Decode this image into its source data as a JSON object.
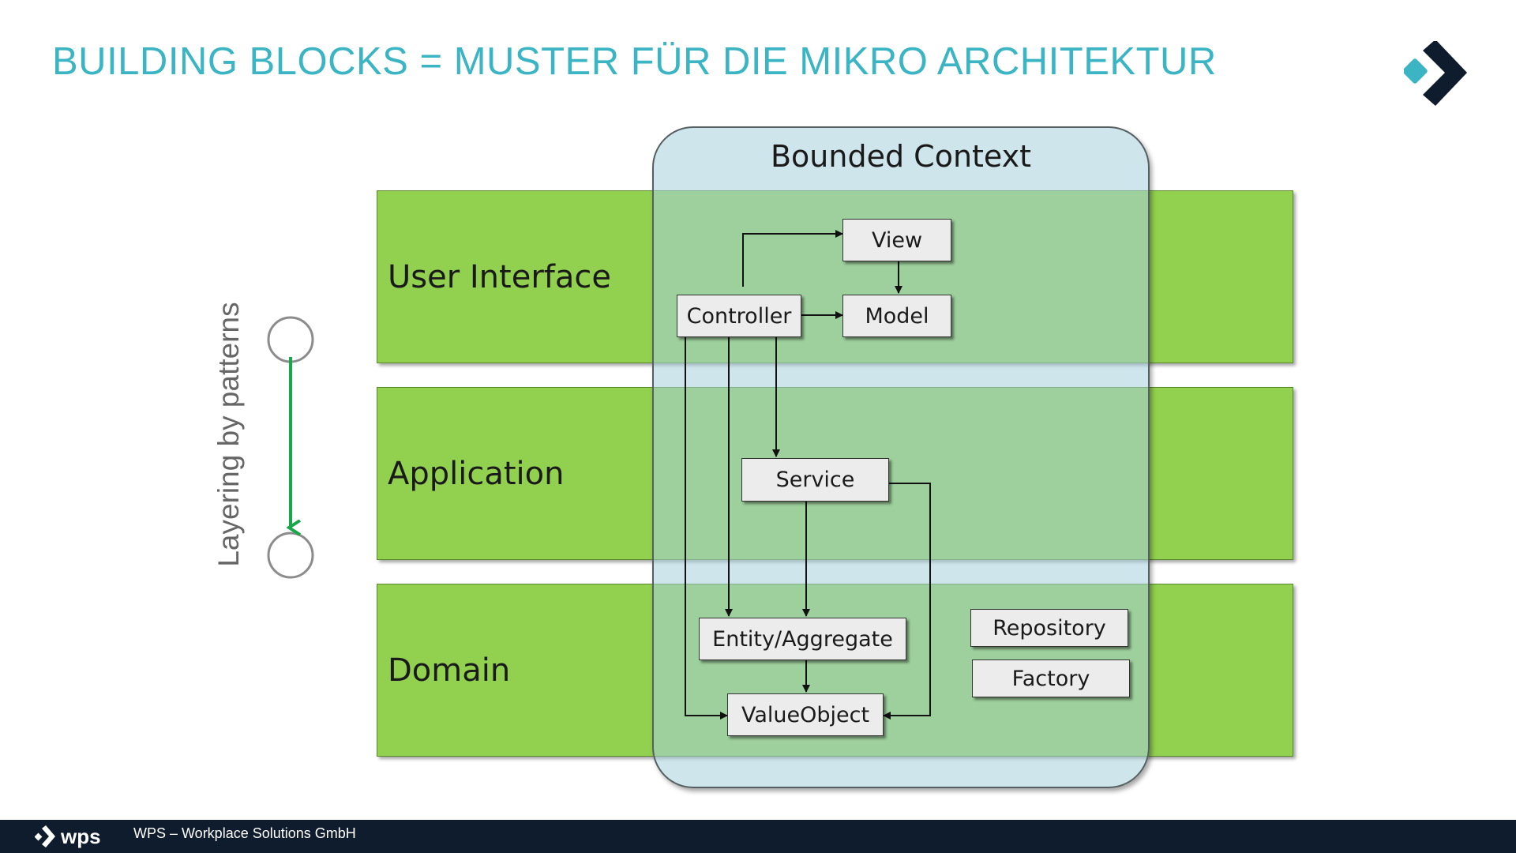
{
  "title": "BUILDING BLOCKS = MUSTER FÜR DIE MIKRO ARCHITEKTUR",
  "brand_colors": {
    "title": "#3bb5c4",
    "layer": "#92d050",
    "footer": "#0f1c2e",
    "arrow_green": "#1aa64a"
  },
  "layers": [
    {
      "label": "User Interface"
    },
    {
      "label": "Application"
    },
    {
      "label": "Domain"
    }
  ],
  "bounded_context": {
    "label": "Bounded Context"
  },
  "blocks": {
    "view": "View",
    "controller": "Controller",
    "model": "Model",
    "service": "Service",
    "entity": "Entity/Aggregate",
    "value_object": "ValueObject",
    "repository": "Repository",
    "factory": "Factory"
  },
  "side_label": "Layering by patterns",
  "footer": {
    "brand": "wps",
    "company": "WPS – Workplace Solutions GmbH"
  }
}
